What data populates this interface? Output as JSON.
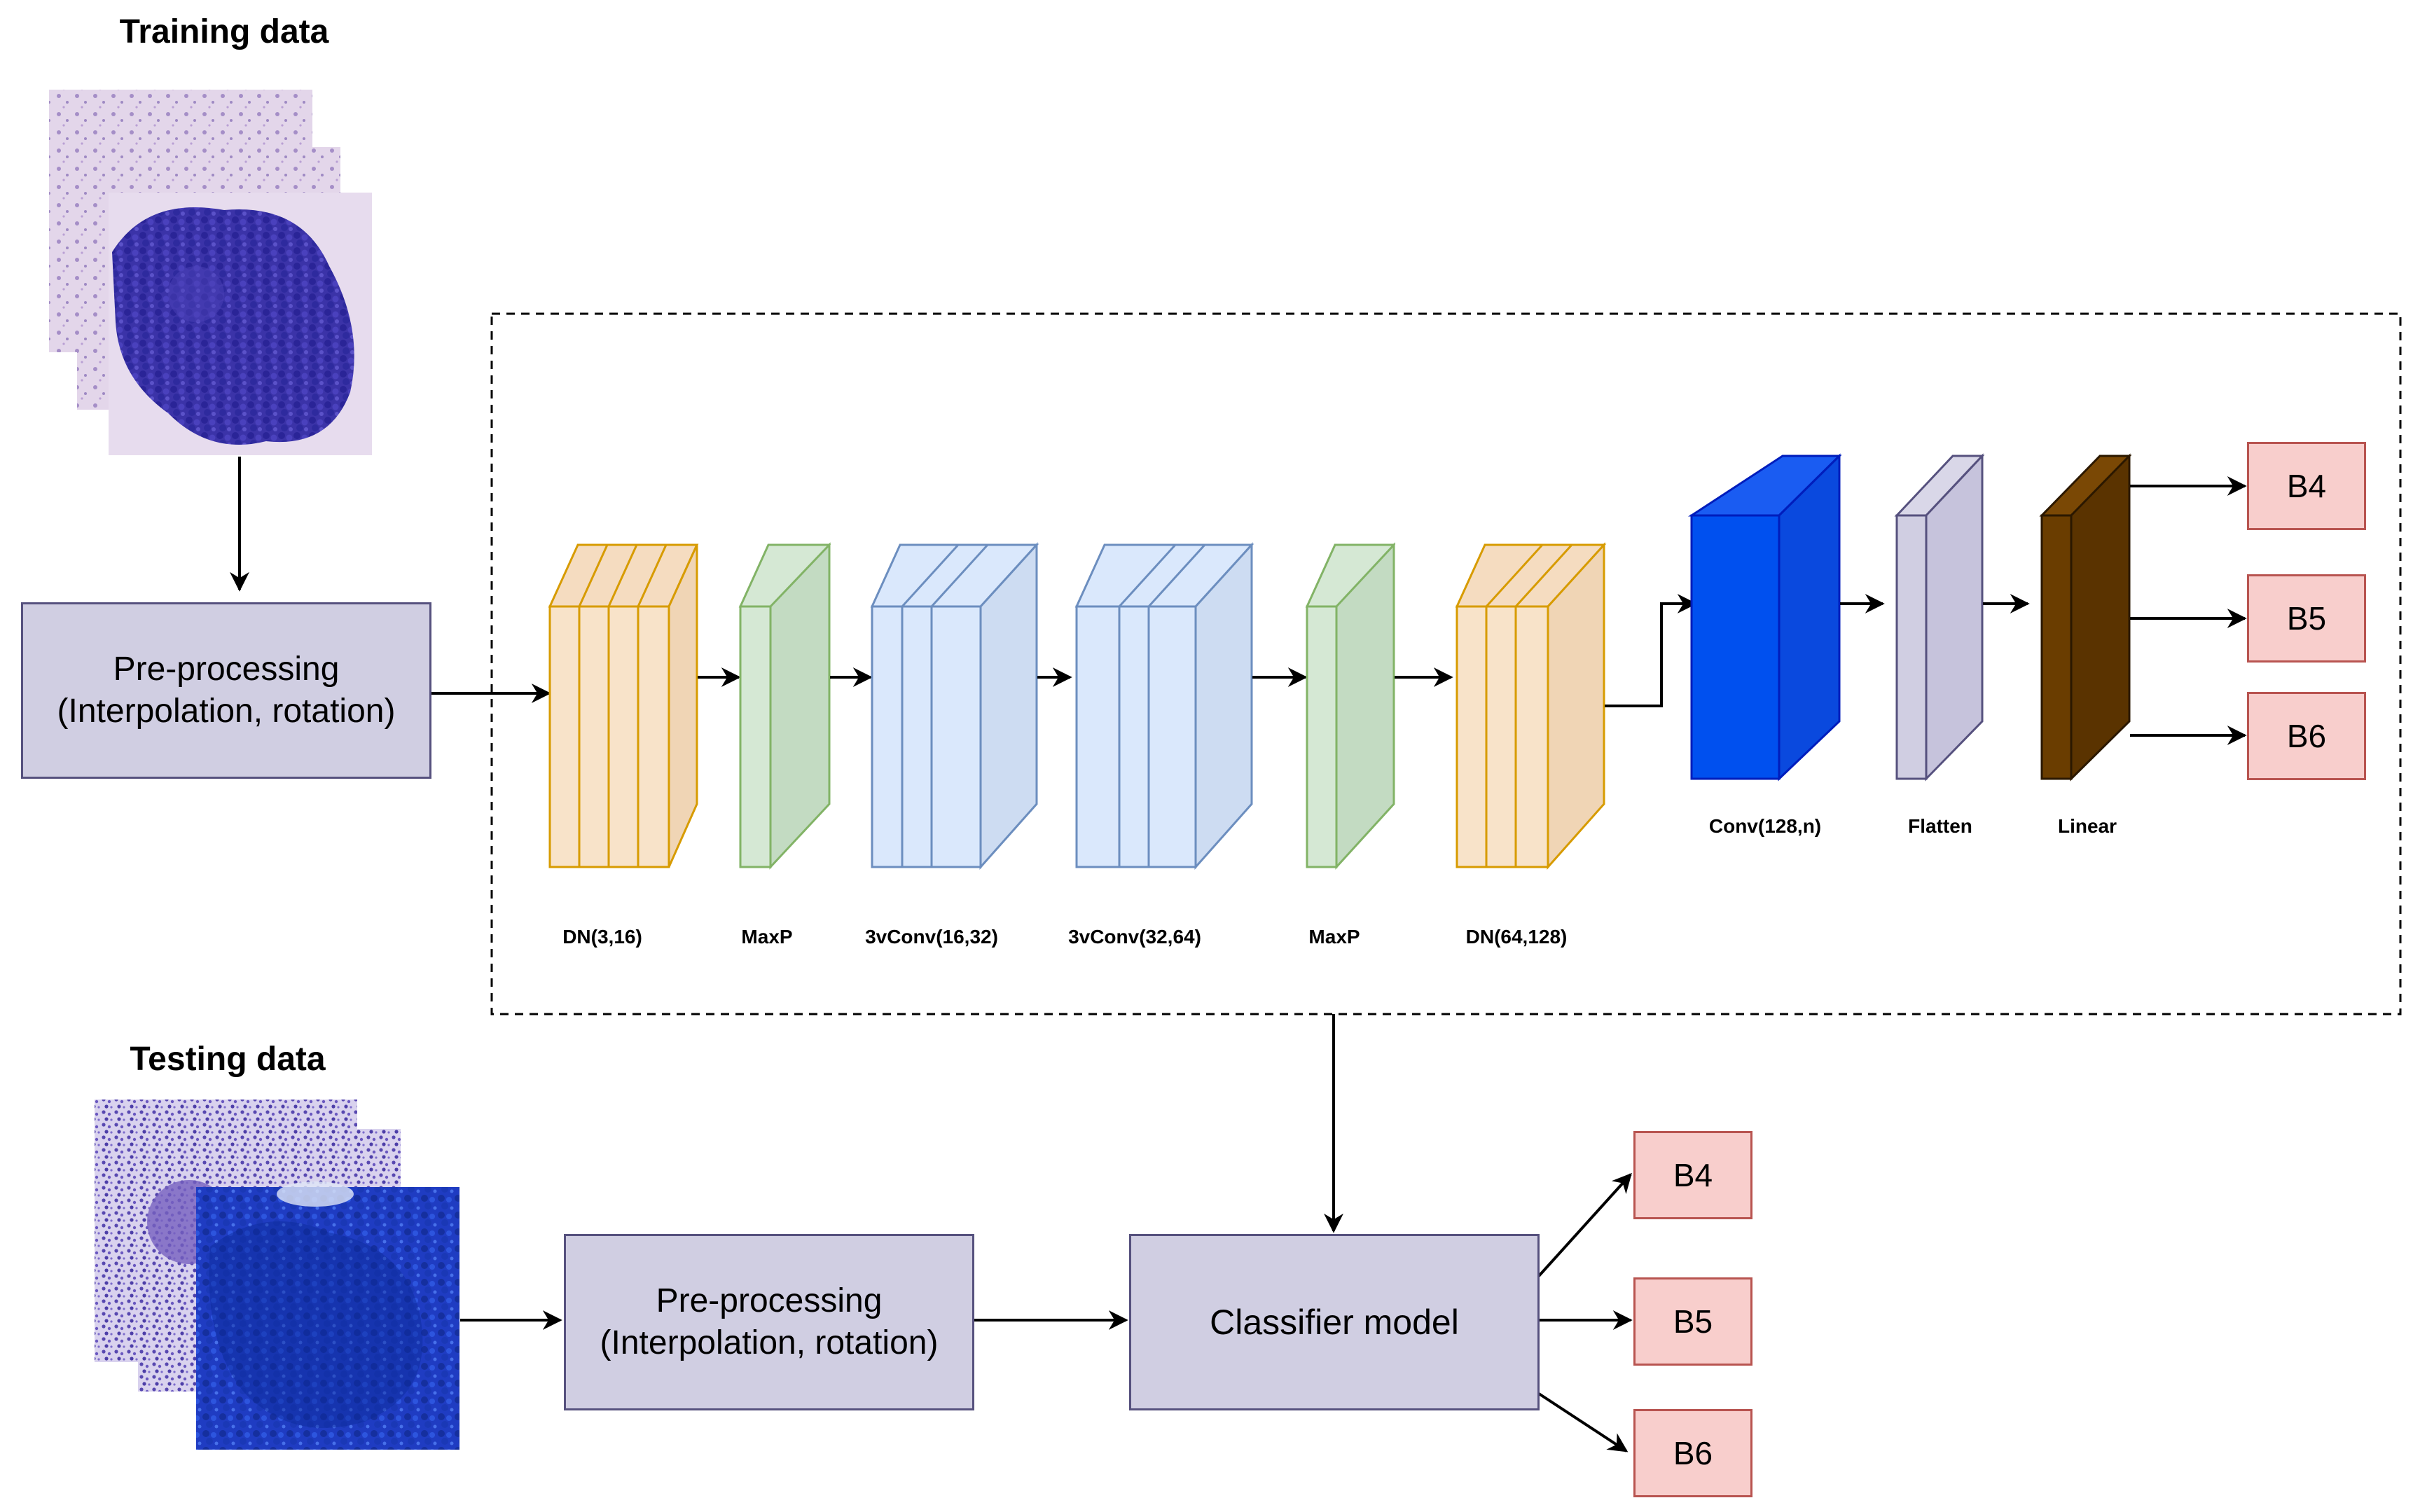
{
  "training": {
    "title": "Training data",
    "preprocess": {
      "line1": "Pre-processing",
      "line2": "(Interpolation, rotation)"
    }
  },
  "network": {
    "layers": [
      {
        "label": "DN(3,16)",
        "kind": "dense-block"
      },
      {
        "label": "MaxP",
        "kind": "pool"
      },
      {
        "label": "3vConv(16,32)",
        "kind": "conv-block"
      },
      {
        "label": "3vConv(32,64)",
        "kind": "conv-block"
      },
      {
        "label": "MaxP",
        "kind": "pool"
      },
      {
        "label": "DN(64,128)",
        "kind": "dense-block"
      },
      {
        "label": "Conv(128,n)",
        "kind": "conv"
      },
      {
        "label": "Flatten",
        "kind": "flatten"
      },
      {
        "label": "Linear",
        "kind": "linear"
      }
    ],
    "outputs": [
      "B4",
      "B5",
      "B6"
    ]
  },
  "testing": {
    "title": "Testing data",
    "preprocess": {
      "line1": "Pre-processing",
      "line2": "(Interpolation, rotation)"
    },
    "classifier": "Classifier model",
    "outputs": [
      "B4",
      "B5",
      "B6"
    ]
  },
  "colors": {
    "dense_block_fill": "#f5dcc0",
    "dense_block_stroke": "#d79b00",
    "pool_fill": "#d5e8d4",
    "pool_stroke": "#82b366",
    "conv_block_fill": "#dae8fc",
    "conv_block_stroke": "#6c8ebf",
    "conv_fill": "#0050ef",
    "conv_stroke": "#001dbc",
    "flatten_fill": "#d0cee2",
    "flatten_stroke": "#56517e",
    "linear_fill": "#6a3d00",
    "linear_stroke": "#3a2000",
    "box_fill": "#d0cee2",
    "box_stroke": "#56517e",
    "output_fill": "#f8cecc",
    "output_stroke": "#b85450"
  },
  "icons": [
    "micrograph-stack-image",
    "arrow-icon"
  ]
}
